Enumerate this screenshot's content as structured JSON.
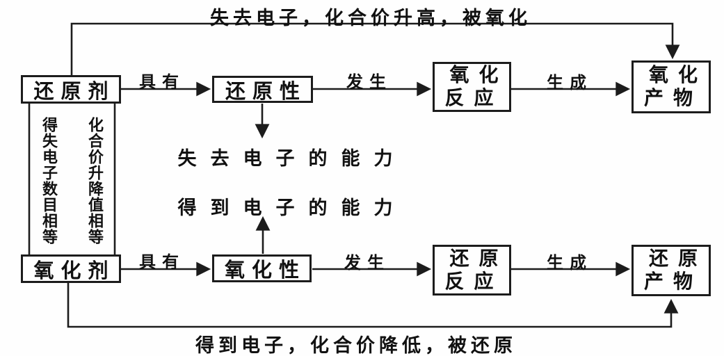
{
  "colors": {
    "ink": "#1c1c1c",
    "background": "#ffffff"
  },
  "diagram": {
    "top_path_label": "失去电子，化合价升高，被氧化",
    "bottom_path_label": "得到电子，化合价降低，被还原",
    "boxes": {
      "reducing_agent": "还原剂",
      "reducing_property": "还原性",
      "oxidation_reaction": "氧化反应",
      "oxidation_product": "氧化产物",
      "oxidizing_agent": "氧化剂",
      "oxidizing_property": "氧化性",
      "reduction_reaction": "还原反应",
      "reduction_product": "还原产物"
    },
    "edge_labels": {
      "has_top": "具有",
      "undergo_top": "发生",
      "produce_top": "生成",
      "has_bottom": "具有",
      "undergo_bottom": "发生",
      "produce_bottom": "生成"
    },
    "annotations": {
      "lose_electron_ability": "失去电子的能力",
      "gain_electron_ability": "得到电子的能力",
      "electrons_equal": "得失电子数目相等",
      "valence_equal": "化合价升降值相等"
    }
  }
}
